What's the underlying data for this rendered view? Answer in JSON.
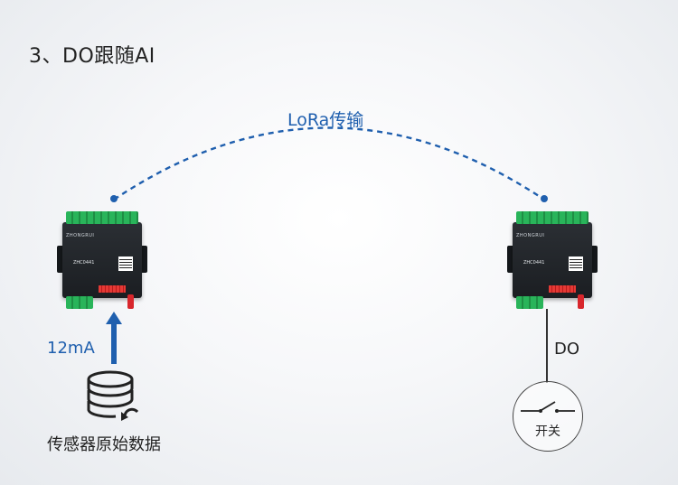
{
  "title": "3、DO跟随AI",
  "link": {
    "label": "LoRa传输",
    "color": "#1f5fae"
  },
  "left_device": {
    "logo": "ZHONGRUI",
    "model": "ZHC0441"
  },
  "right_device": {
    "logo": "ZHONGRUI",
    "model": "ZHC0441"
  },
  "input": {
    "signal": "12mA",
    "source_label": "传感器原始数据",
    "icon": "sensor-stack-icon"
  },
  "output": {
    "label": "DO",
    "switch_label": "开关",
    "icon": "switch-icon"
  }
}
